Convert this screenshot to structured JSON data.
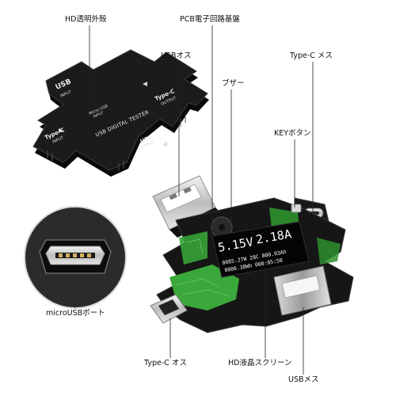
{
  "callouts": {
    "hd_case": "HD透明外殻",
    "pcb": "PCB電子回路基盤",
    "usb_male": "USBオス",
    "typec_female": "Type-C メス",
    "buzzer": "ブザー",
    "key_button": "KEYボタン",
    "micro_usb_port": "microUSBポート",
    "hd_lcd": "HD液晶スクリーン",
    "usb_female": "USBメス",
    "typec_male": "Type-C オス"
  },
  "device_top": {
    "usb_input": "USB",
    "usb_input_sub": "INPUT",
    "typec_output": "Type-C",
    "typec_output_sub": "OUTPUT",
    "typec_input": "Type-C",
    "typec_input_sub": "INPUT",
    "usb_output": "USB",
    "usb_output_sub": "OUTPUT",
    "micro_usb": "Micro USB",
    "micro_usb_sub": "INPUT",
    "tester": "USB DIGITAL TESTER"
  },
  "screen": {
    "voltage": "5.15V",
    "current": "2.18A",
    "row1": "0085.27W 28C 000.03Ah",
    "row2": "0000.38Wh 000:05:50"
  },
  "colors": {
    "pcb_green": "#3aa83a",
    "body_black": "#151515",
    "screen_text": "#ffffff",
    "leader_line": "#222222"
  }
}
